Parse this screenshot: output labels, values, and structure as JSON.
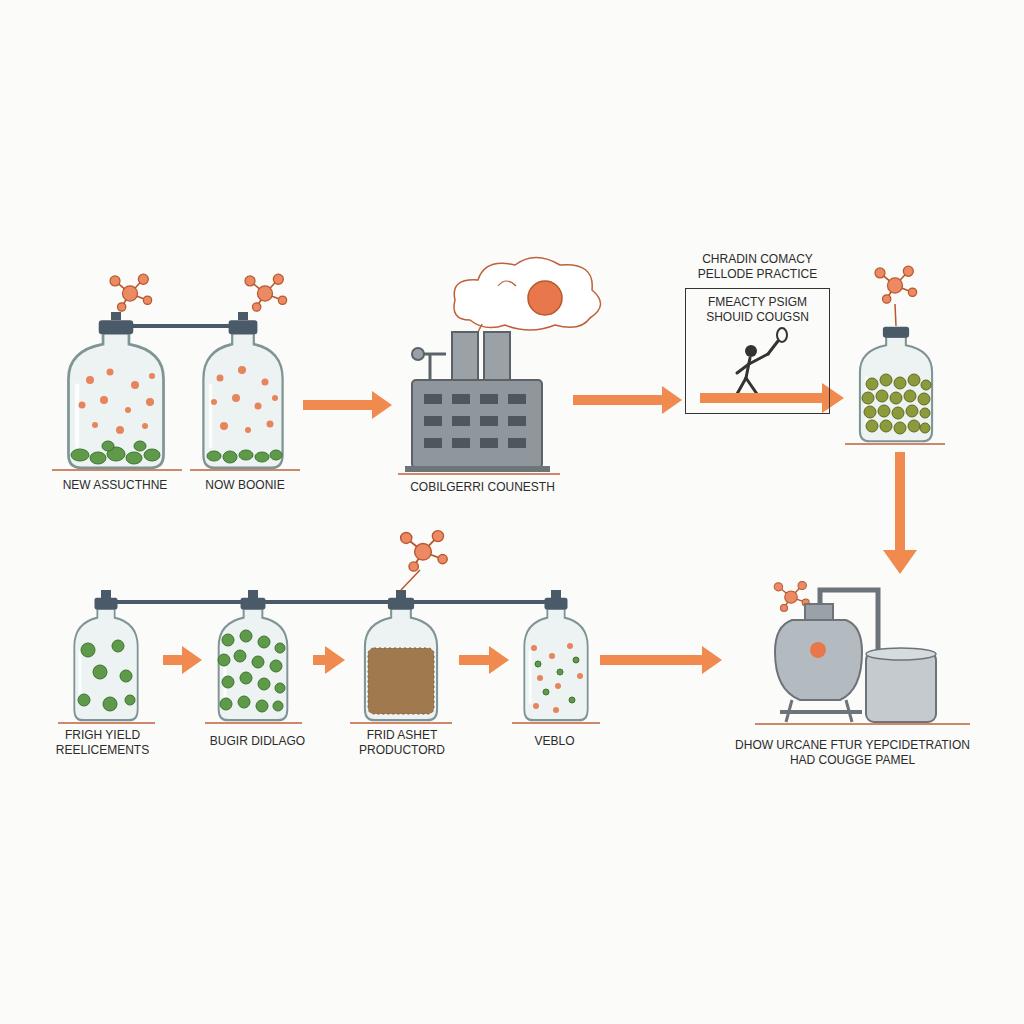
{
  "diagram": {
    "nodes": [
      {
        "text": [
          "NEW ASSUCTHNE"
        ]
      },
      {
        "text": [
          "NOW BOONIE"
        ]
      },
      {
        "text": [
          "COBILGERRI COUNESTH"
        ]
      },
      {
        "text": [
          "CHRADIN COMACY PELLODE PRACTICE",
          "FMEACTY PSIGM SHOUID COUGSN"
        ]
      },
      {
        "text": [
          "FRIGH YIELD REELICEMENTS"
        ]
      },
      {
        "text": [
          "BUGIR DIDLAGO"
        ]
      },
      {
        "text": [
          "FRID ASHET PRODUCTORD"
        ]
      },
      {
        "text": [
          "VEBLO"
        ]
      },
      {
        "text": [
          "DHOW URCANE FTUR YEPCIDETRATION HAD COUGGE PAMEL"
        ]
      }
    ],
    "edges": [
      {
        "from": 1,
        "to": 2,
        "arrow": "to"
      },
      {
        "from": 2,
        "to": 3,
        "arrow": "to"
      },
      {
        "from": 4,
        "to": 5,
        "arrow": "to"
      },
      {
        "from": 5,
        "to": 6,
        "arrow": "to"
      },
      {
        "from": 6,
        "to": 7,
        "arrow": "to"
      },
      {
        "from": 7,
        "to": 8,
        "arrow": "to"
      }
    ]
  }
}
